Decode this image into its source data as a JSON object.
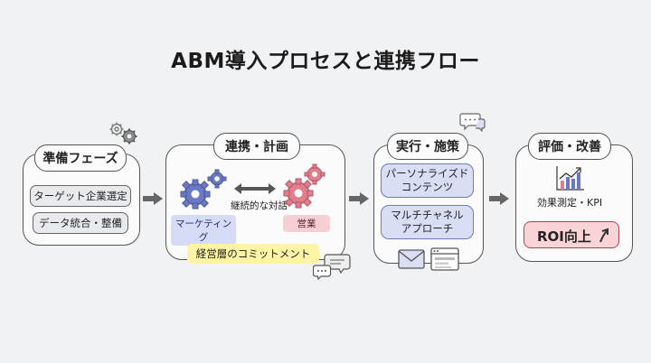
{
  "title": "ABM導入プロセスと連携フロー",
  "stages": [
    {
      "title": "準備フェーズ",
      "items": [
        "ターゲット企業選定",
        "データ統合・整備"
      ]
    },
    {
      "title": "連携・計画",
      "left_label": "マーケティング",
      "right_label": "営業",
      "dialogue": "継続的な対話",
      "commitment": "経営層のコミットメント"
    },
    {
      "title": "実行・施策",
      "items": [
        "パーソナライズド\nコンテンツ",
        "マルチチャネル\nアプローチ"
      ]
    },
    {
      "title": "評価・改善",
      "metric": "効果測定・KPI",
      "result": "ROI向上"
    }
  ],
  "colors": {
    "gear_blue": "#6b79c4",
    "gear_pink": "#e07e8c",
    "commitment_bg": "#fff3a6",
    "roi_bg": "#f9d3d6"
  }
}
